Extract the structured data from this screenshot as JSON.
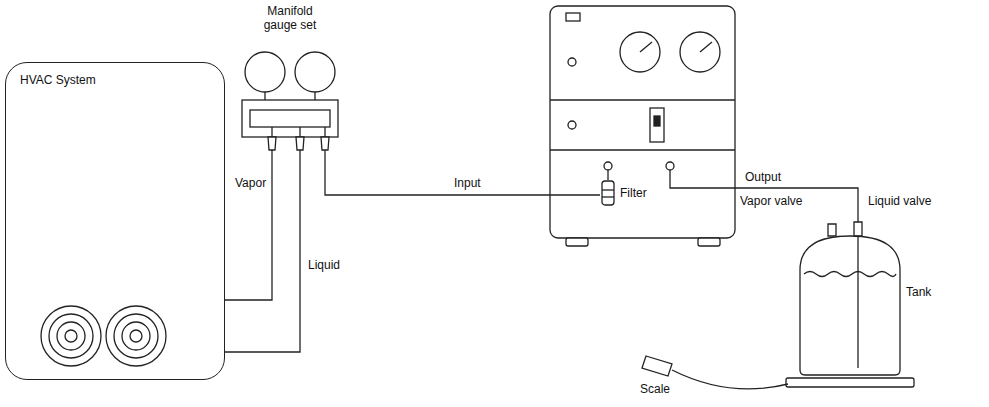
{
  "diagram": {
    "nodes": [
      {
        "text": [
          "HVAC System"
        ]
      },
      {
        "text": [
          "Manifold gauge set"
        ]
      },
      {
        "text": [
          "Filter"
        ]
      },
      {
        "text": [
          "Tank"
        ]
      }
    ],
    "edges": [
      {
        "from": 0,
        "to": 1,
        "label": "Vapor",
        "arrow": "none"
      },
      {
        "from": 0,
        "to": 1,
        "label": "Liquid",
        "arrow": "none"
      },
      {
        "from": 1,
        "to": 2,
        "label": "Input",
        "arrow": "none"
      }
    ],
    "labels": [
      "Output",
      "Vapor valve",
      "Liquid valve",
      "Scale"
    ]
  }
}
